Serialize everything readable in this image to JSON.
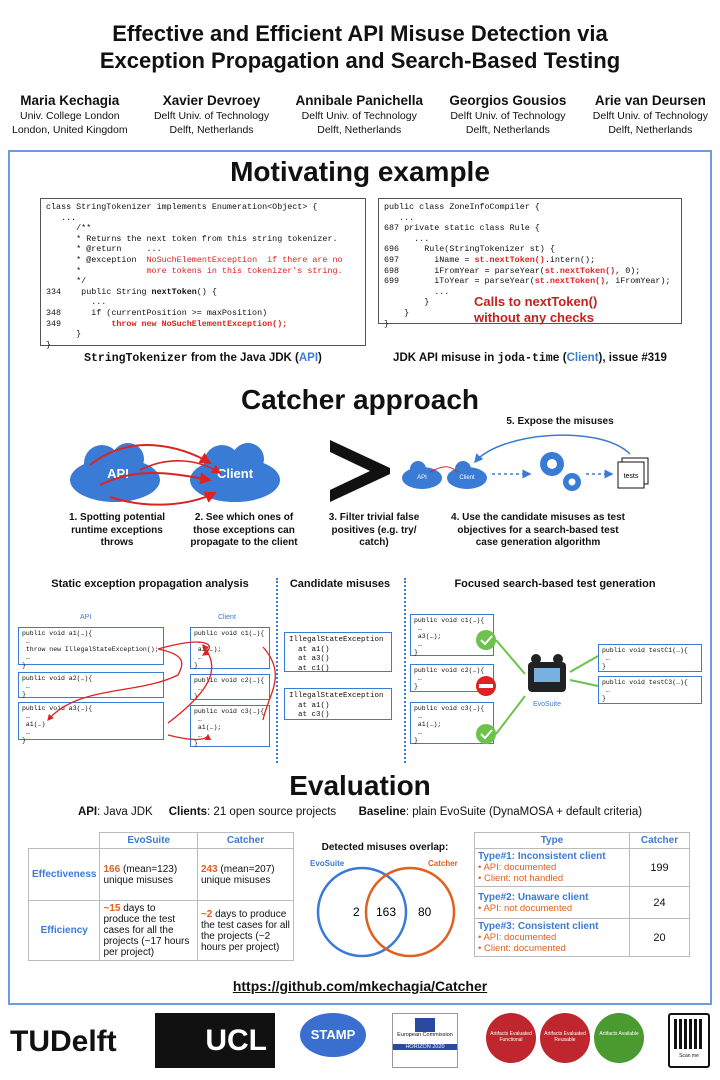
{
  "title_line1": "Effective and Efficient API Misuse Detection via",
  "title_line2": "Exception Propagation and Search-Based Testing",
  "authors": [
    {
      "name": "Maria Kechagia",
      "aff1": "Univ. College London",
      "aff2": "London, United Kingdom"
    },
    {
      "name": "Xavier Devroey",
      "aff1": "Delft Univ. of Technology",
      "aff2": "Delft, Netherlands"
    },
    {
      "name": "Annibale Panichella",
      "aff1": "Delft Univ. of Technology",
      "aff2": "Delft, Netherlands"
    },
    {
      "name": "Georgios Gousios",
      "aff1": "Delft Univ. of Technology",
      "aff2": "Delft, Netherlands"
    },
    {
      "name": "Arie van Deursen",
      "aff1": "Delft Univ. of Technology",
      "aff2": "Delft, Netherlands"
    }
  ],
  "motivating": {
    "heading": "Motivating example",
    "code_left_caption_mono": "StringTokenizer",
    "code_left_caption_text": " from the Java JDK (",
    "code_left_caption_api": "API",
    "code_left_caption_end": ")",
    "code_right_caption_text": "JDK API misuse in ",
    "code_right_caption_mono": "joda-time",
    "code_right_caption_paren": " (",
    "code_right_caption_client": "Client",
    "code_right_caption_end": "), issue #319",
    "callout_line1": "Calls to nextToken()",
    "callout_line2": "without any checks"
  },
  "catcher": {
    "heading": "Catcher approach",
    "api_label": "API",
    "client_label": "Client",
    "tests_label": "tests",
    "step1": "1. Spotting potential runtime exceptions throws",
    "step2": "2. See which ones of those exceptions can propagate to the client",
    "step3": "3. Filter trivial false positives (e.g. try/ catch)",
    "step4": "4. Use the candidate misuses as test objectives for a search-based test case generation algorithm",
    "step5": "5. Expose the misuses",
    "sec1": "Static exception propagation analysis",
    "sec2": "Candidate misuses",
    "sec3": "Focused search-based test generation",
    "evosuite_label": "EvoSuite"
  },
  "evaluation": {
    "heading": "Evaluation",
    "api_k": "API",
    "api_v": ": Java JDK",
    "clients_k": "Clients",
    "clients_v": ": 21 open source projects",
    "baseline_k": "Baseline",
    "baseline_v": ": plain EvoSuite (DynaMOSA + default criteria)",
    "t1_col1": "EvoSuite",
    "t1_col2": "Catcher",
    "t1_row1": "Effectiveness",
    "t1_row2": "Efficiency",
    "eff_evo_num": "166",
    "eff_evo_rest": " (mean=123) unique misuses",
    "eff_cat_num": "243",
    "eff_cat_rest": " (mean=207) unique misuses",
    "time_evo_num": "~15",
    "time_evo_rest": " days to produce the test cases for all the projects (~17 hours per project)",
    "time_cat_num": "~2",
    "time_cat_rest": " days to produce the test cases for all the projects (~2 hours per project)",
    "venn_title": "Detected misuses overlap:",
    "venn_left_label": "EvoSuite",
    "venn_right_label": "Catcher",
    "venn_left": "2",
    "venn_mid": "163",
    "venn_right": "80",
    "t2_col1": "Type",
    "t2_col2": "Catcher",
    "t2_rows": [
      {
        "type": "Type#1: Inconsistent client",
        "b1": "API: documented",
        "b2": "Client: not handled",
        "val": "199"
      },
      {
        "type": "Type#2: Unaware client",
        "b1": "API: not documented",
        "b2": "",
        "val": "24"
      },
      {
        "type": "Type#3: Consistent client",
        "b1": "API: documented",
        "b2": "Client: documented",
        "val": "20"
      }
    ],
    "url": "https://github.com/mkechagia/Catcher"
  },
  "logos": {
    "tudelft": "TUDelft",
    "ucl": "UCL",
    "stamp": "STAMP",
    "ec": "European Commission",
    "h2020": "HORIZON 2020",
    "badge1": "Artifacts Evaluated Functional",
    "badge2": "Artifacts Evaluated Reusable",
    "badge3": "Artifacts Available",
    "qr": "Scan me"
  },
  "colors": {
    "accent": "#3a7bd5",
    "orange": "#e06020",
    "red": "#d22222",
    "green": "#6cc24a"
  }
}
